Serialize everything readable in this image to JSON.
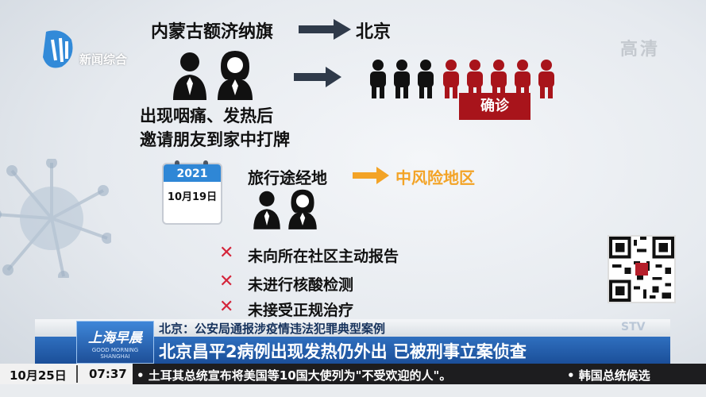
{
  "channel": {
    "name": "新闻综合",
    "quality": "高清",
    "stv_mark": "STV"
  },
  "route": {
    "origin": "内蒙古额济纳旗",
    "destination": "北京"
  },
  "infection": {
    "confirmed_label": "确诊",
    "cause_line1": "出现咽痛、发热后",
    "cause_line2": "邀请朋友到家中打牌"
  },
  "calendar": {
    "year": "2021",
    "date": "10月19日"
  },
  "travel": {
    "label": "旅行途经地",
    "risk_area": "中风险地区"
  },
  "violations": [
    "未向所在社区主动报告",
    "未进行核酸检测",
    "未接受正规治疗"
  ],
  "lower_third": {
    "show_name": "上海早晨",
    "show_sub": "GOOD MORNING SHANGHAI",
    "subtitle": "北京：公安局通报涉疫情违法犯罪典型案例",
    "headline": "北京昌平2病例出现发热仍外出 已被刑事立案侦查"
  },
  "ticker": {
    "date": "10月25日",
    "time": "07:37",
    "text": "• 土耳其总统宣布将美国等10国大使列为\"不受欢迎的人\"。",
    "text2": "• 韩国总统候选"
  },
  "colors": {
    "confirmed_red": "#a8141b",
    "arrow_dark": "#2f3a4a",
    "arrow_orange": "#f3a326",
    "risk_orange": "#f3a326"
  }
}
